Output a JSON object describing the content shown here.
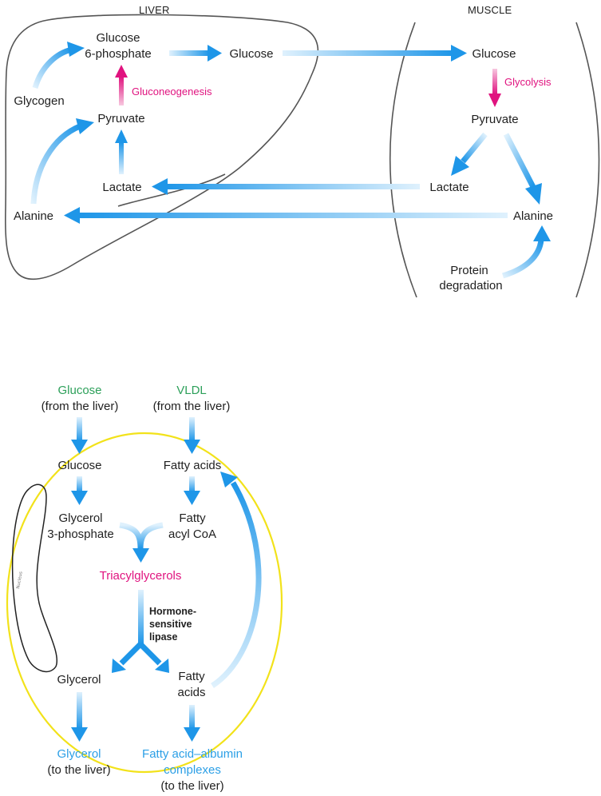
{
  "colors": {
    "arrow_blue": "#1e96e8",
    "arrow_fade": "#d7eefc",
    "pink": "#e0137f",
    "green": "#2da05a",
    "label_blue": "#2b9fe6",
    "yellow": "#f2e21a",
    "outline": "#555555"
  },
  "top": {
    "liver_title": "LIVER",
    "muscle_title": "MUSCLE",
    "liver": {
      "glucose6p_l1": "Glucose",
      "glucose6p_l2": "6-phosphate",
      "glucose": "Glucose",
      "glycogen": "Glycogen",
      "gluconeogenesis": "Gluconeogenesis",
      "pyruvate": "Pyruvate",
      "lactate": "Lactate",
      "alanine": "Alanine"
    },
    "muscle": {
      "glucose": "Glucose",
      "glycolysis": "Glycolysis",
      "pyruvate": "Pyruvate",
      "lactate": "Lactate",
      "alanine": "Alanine",
      "protein_l1": "Protein",
      "protein_l2": "degradation"
    }
  },
  "bottom": {
    "glucose_in": "Glucose",
    "glucose_in_src": "(from the liver)",
    "vldl_in": "VLDL",
    "vldl_in_src": "(from the liver)",
    "glucose": "Glucose",
    "fatty_acids": "Fatty acids",
    "glycerol3p_l1": "Glycerol",
    "glycerol3p_l2": "3-phosphate",
    "fattyacylcoa_l1": "Fatty",
    "fattyacylcoa_l2": "acyl CoA",
    "triacylglycerols": "Triacylglycerols",
    "hsl_l1": "Hormone-",
    "hsl_l2": "sensitive",
    "hsl_l3": "lipase",
    "glycerol": "Glycerol",
    "fatty_acids2_l1": "Fatty",
    "fatty_acids2_l2": "acids",
    "glycerol_out": "Glycerol",
    "glycerol_out_dest": "(to the liver)",
    "fa_out_l1": "Fatty acid–albumin",
    "fa_out_l2": "complexes",
    "fa_out_l3": "(to the liver)",
    "nucleus_label": "Nucleus"
  }
}
